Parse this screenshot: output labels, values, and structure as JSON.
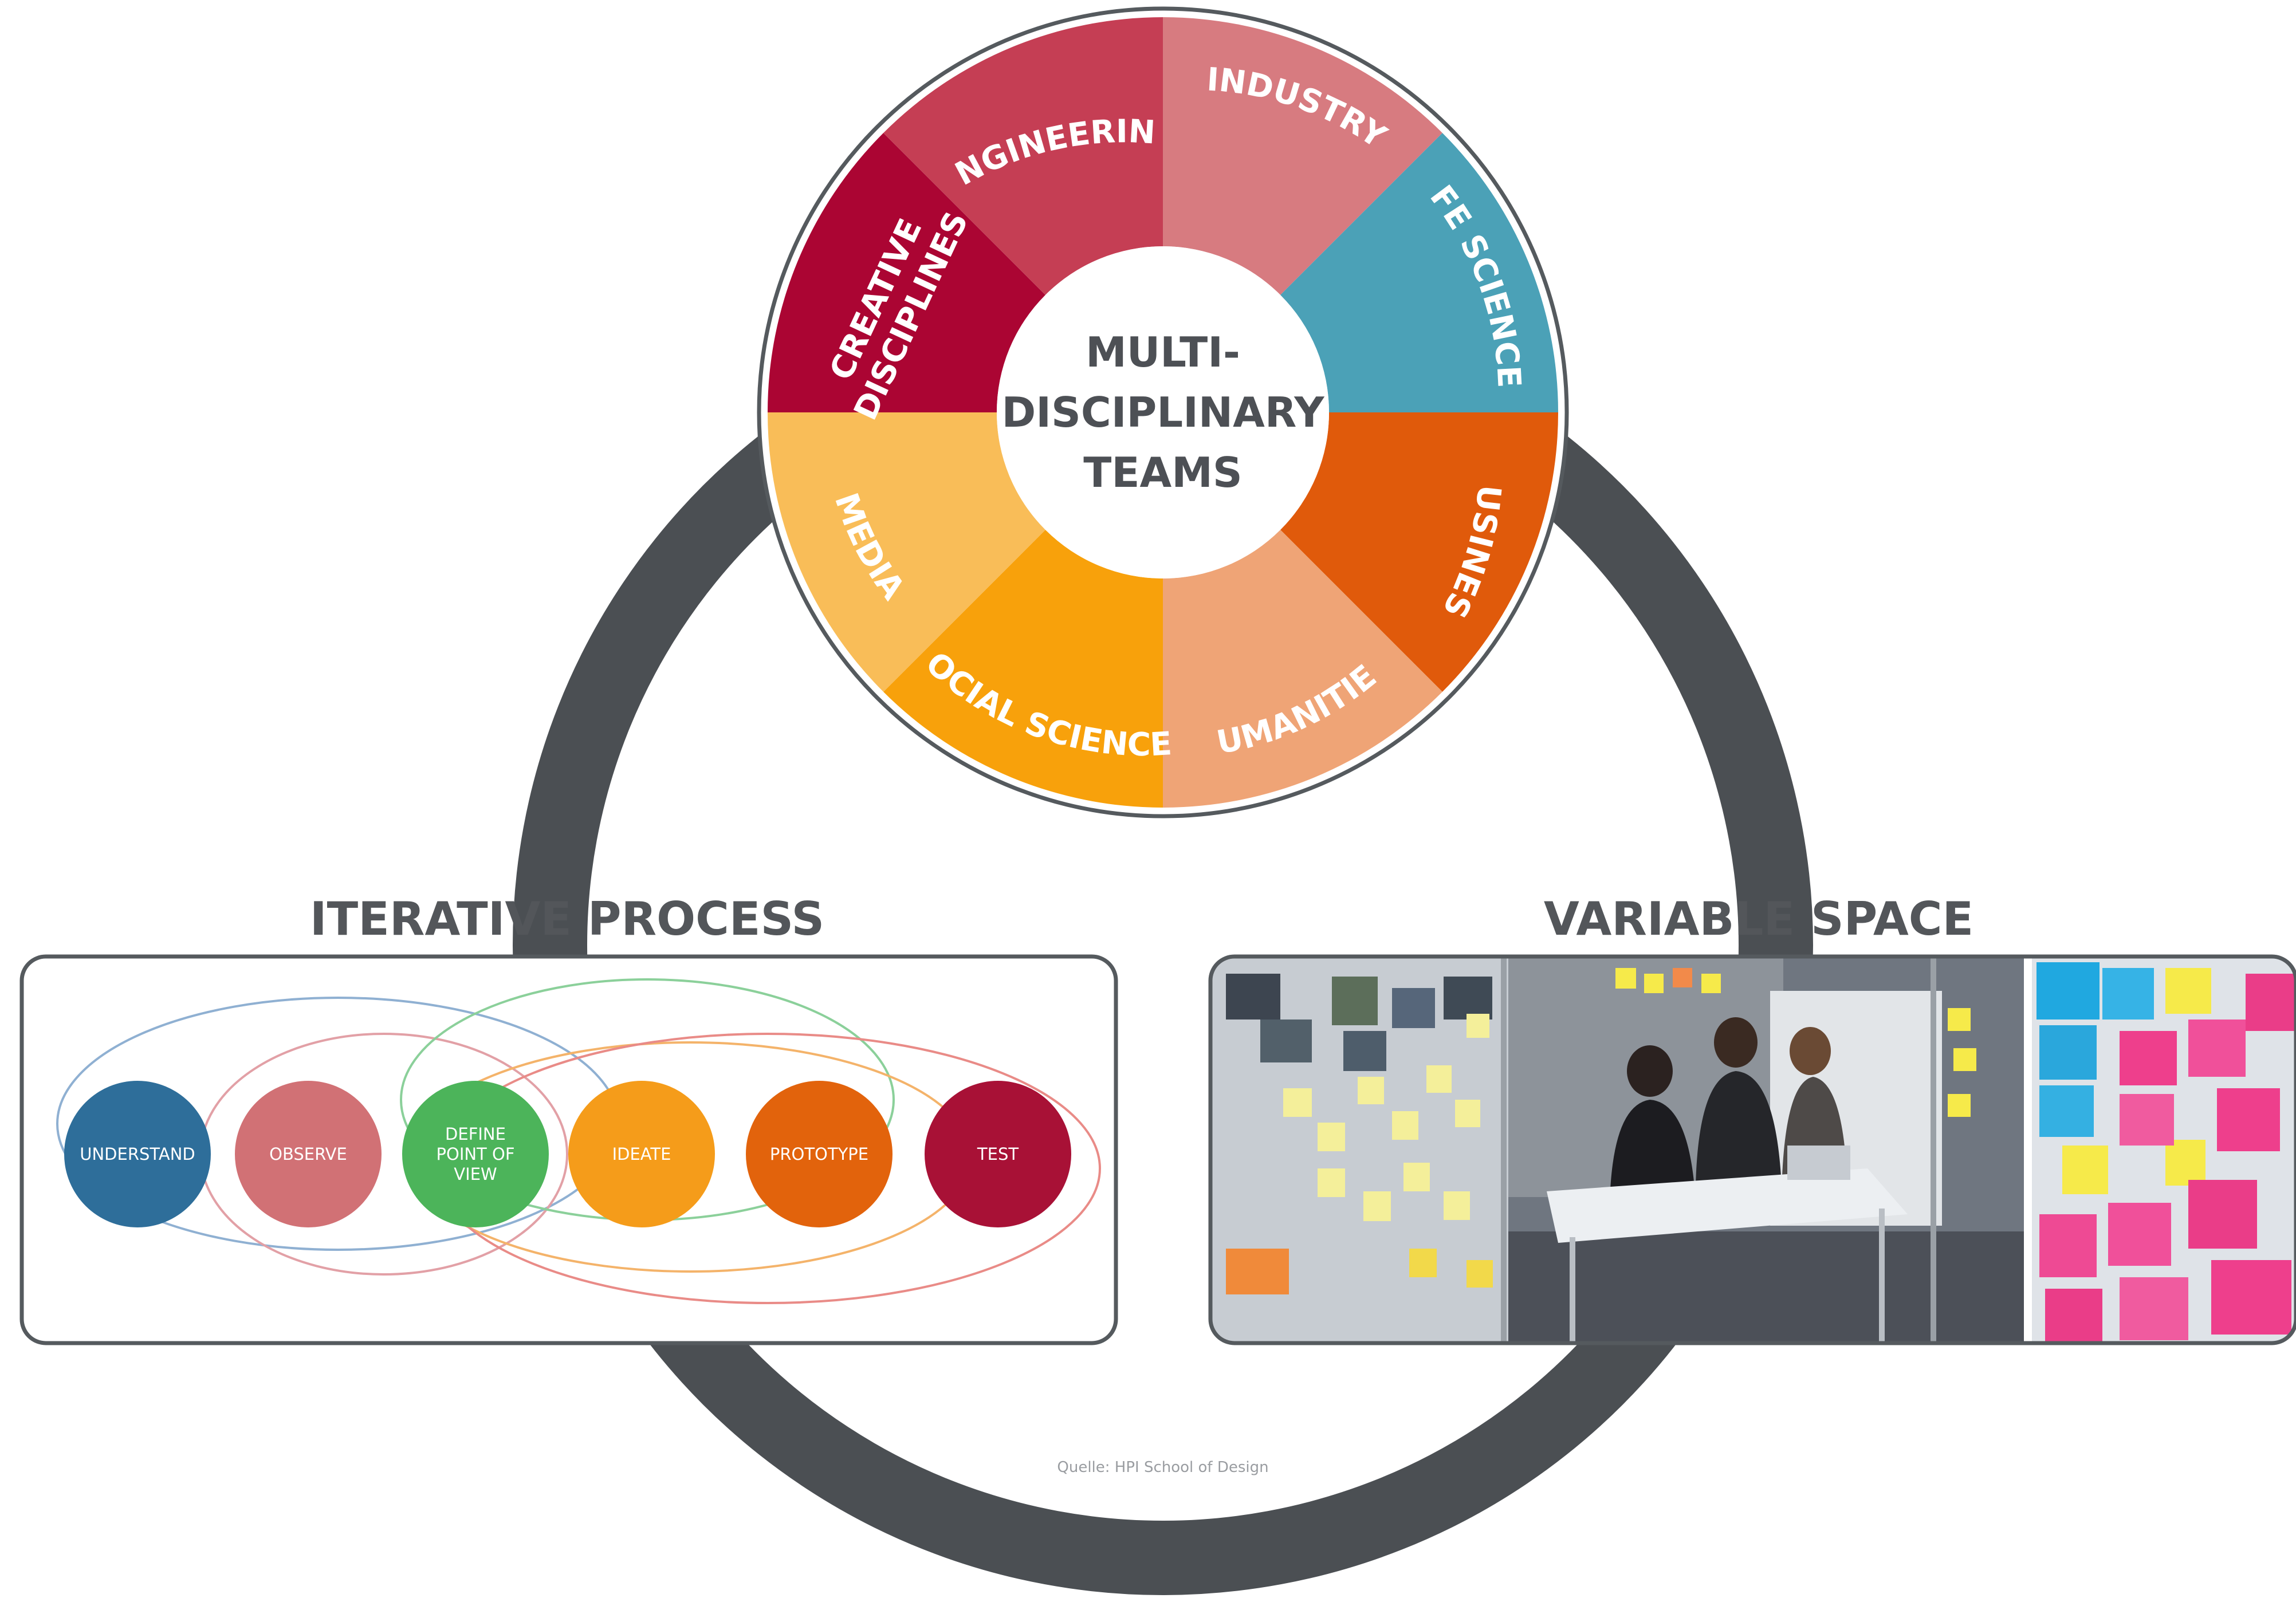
{
  "colors": {
    "ring": "#4b4f53",
    "panel_border": "#555a5e",
    "heading": "#53565a",
    "center_text": "#4d5055",
    "engineering": "#d77b80",
    "industry": "#4ba1b7",
    "life_sciences": "#e05a0b",
    "business": "#efa476",
    "humanities": "#f8a10b",
    "social_sciences": "#f9bd58",
    "media": "#ab0533",
    "creative_disciplines": "#c53e54",
    "understand": "#2e6e9a",
    "observe": "#d17175",
    "define": "#4cb45a",
    "ideate": "#f59c1a",
    "prototype": "#e2630c",
    "test": "#a81136"
  },
  "wheel": {
    "center_title": [
      "MULTI-",
      "DISCIPLINARY",
      "TEAMS"
    ],
    "segments": [
      {
        "key": "engineering",
        "label": "ENGINEERING",
        "color": "#d77b80"
      },
      {
        "key": "industry",
        "label": "INDUSTRY",
        "color": "#4ba1b7"
      },
      {
        "key": "life_sciences",
        "label": "LIFE SCIENCES",
        "color": "#e05a0b"
      },
      {
        "key": "business",
        "label": "BUSINESS",
        "color": "#efa476"
      },
      {
        "key": "humanities",
        "label": "HUMANITIES",
        "color": "#f8a10b"
      },
      {
        "key": "social_sciences",
        "label": "SOCIAL SCIENCES",
        "color": "#f9bd58"
      },
      {
        "key": "media",
        "label": "MEDIA",
        "color": "#ab0533"
      },
      {
        "key": "creative_disciplines",
        "label": [
          "CREATIVE",
          "DISCIPLINES"
        ],
        "color": "#c53e54"
      }
    ]
  },
  "iterative_process": {
    "title": "ITERATIVE PROCESS",
    "steps": [
      {
        "key": "understand",
        "label": [
          "UNDERSTAND"
        ],
        "color": "#2e6e9a"
      },
      {
        "key": "observe",
        "label": [
          "OBSERVE"
        ],
        "color": "#d17175"
      },
      {
        "key": "define",
        "label": [
          "DEFINE",
          "POINT OF",
          "VIEW"
        ],
        "color": "#4cb45a"
      },
      {
        "key": "ideate",
        "label": [
          "IDEATE"
        ],
        "color": "#f59c1a"
      },
      {
        "key": "prototype",
        "label": [
          "PROTOTYPE"
        ],
        "color": "#e2630c"
      },
      {
        "key": "test",
        "label": [
          "TEST"
        ],
        "color": "#a81136"
      }
    ]
  },
  "variable_space": {
    "title": "VARIABLE SPACE",
    "photo_alt": "team-workspace-photo"
  },
  "source": "Quelle: HPI School of Design"
}
